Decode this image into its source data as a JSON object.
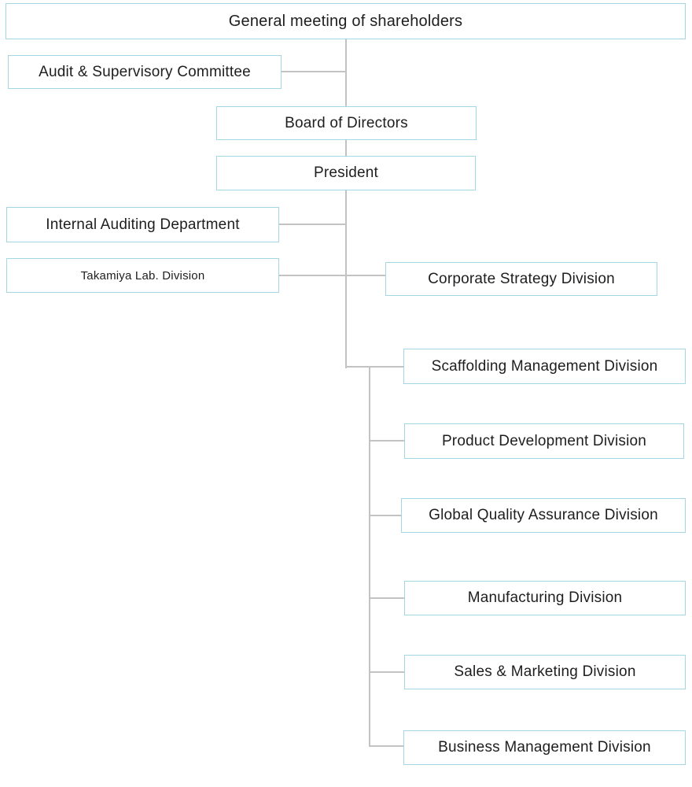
{
  "diagram": {
    "type": "org-chart",
    "colors": {
      "box_border": "#a4d7e6",
      "connector": "#c3c3c3",
      "text": "#1e1e1e",
      "background": "#ffffff"
    },
    "nodes": {
      "shareholders": {
        "label": "General meeting of shareholders"
      },
      "audit": {
        "label": "Audit & Supervisory Committee"
      },
      "board": {
        "label": "Board of Directors"
      },
      "president": {
        "label": "President"
      },
      "internal": {
        "label": "Internal Auditing Department"
      },
      "takamiya": {
        "label": "Takamiya Lab. Division"
      },
      "corporate": {
        "label": "Corporate Strategy Division"
      },
      "scaffolding": {
        "label": "Scaffolding Management Division"
      },
      "product": {
        "label": "Product Development Division"
      },
      "globalqa": {
        "label": "Global Quality Assurance Division"
      },
      "manufacturing": {
        "label": "Manufacturing Division"
      },
      "sales": {
        "label": "Sales & Marketing Division"
      },
      "business": {
        "label": "Business Management Division"
      }
    },
    "edges": [
      {
        "from": "shareholders",
        "to": "audit"
      },
      {
        "from": "shareholders",
        "to": "board"
      },
      {
        "from": "board",
        "to": "president"
      },
      {
        "from": "president",
        "to": "internal"
      },
      {
        "from": "president",
        "to": "takamiya"
      },
      {
        "from": "president",
        "to": "corporate"
      },
      {
        "from": "president",
        "to": "scaffolding"
      },
      {
        "from": "president",
        "to": "product"
      },
      {
        "from": "president",
        "to": "globalqa"
      },
      {
        "from": "president",
        "to": "manufacturing"
      },
      {
        "from": "president",
        "to": "sales"
      },
      {
        "from": "president",
        "to": "business"
      }
    ]
  }
}
